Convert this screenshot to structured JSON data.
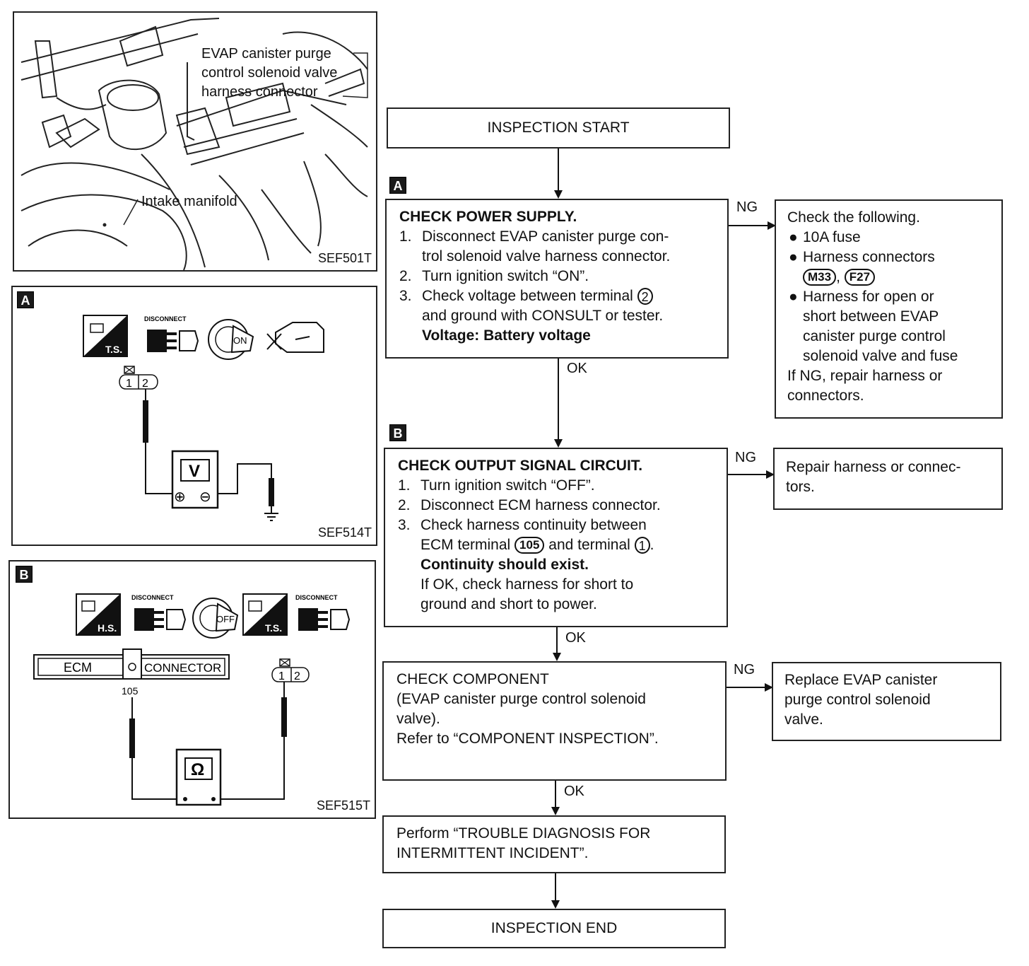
{
  "photo": {
    "label_evap_1": "EVAP canister purge",
    "label_evap_2": "control solenoid valve",
    "label_evap_3": "harness connector",
    "label_intake": "Intake manifold",
    "code": "SEF501T"
  },
  "diagram_a": {
    "tag": "A",
    "icon_ts": "T.S.",
    "icon_disconnect": "DISCONNECT",
    "icon_on": "ON",
    "pin_1": "1",
    "pin_2": "2",
    "meter": "V",
    "plus": "⊕",
    "minus": "⊖",
    "code": "SEF514T"
  },
  "diagram_b": {
    "tag": "B",
    "icon_hs": "H.S.",
    "icon_disconnect_1": "DISCONNECT",
    "icon_off": "OFF",
    "icon_ts": "T.S.",
    "icon_disconnect_2": "DISCONNECT",
    "ecm": "ECM",
    "connector": "CONNECTOR",
    "terminal": "105",
    "pin_1": "1",
    "pin_2": "2",
    "meter": "Ω",
    "code": "SEF515T"
  },
  "flow": {
    "start": "INSPECTION START",
    "tag_a": "A",
    "tag_b": "B",
    "check_power": {
      "title": "CHECK POWER SUPPLY.",
      "n1": "1.",
      "s1a": "Disconnect EVAP canister purge con-",
      "s1b": "trol solenoid valve harness connector.",
      "n2": "2.",
      "s2": "Turn ignition switch “ON”.",
      "n3": "3.",
      "s3a": "Check voltage between terminal",
      "s3_terminal": "2",
      "s3b": "and ground with CONSULT or tester.",
      "spec": "Voltage: Battery voltage"
    },
    "ng_power": {
      "title": "Check the following.",
      "b1": "10A fuse",
      "b2": "Harness connectors",
      "c1": "M33",
      "comma": ",",
      "c2": "F27",
      "b3a": "Harness for open or",
      "b3b": "short between EVAP",
      "b3c": "canister purge control",
      "b3d": "solenoid valve and fuse",
      "tail_a": "If NG, repair harness or",
      "tail_b": "connectors.",
      "bullet": "●"
    },
    "check_output": {
      "title": "CHECK OUTPUT SIGNAL CIRCUIT.",
      "n1": "1.",
      "s1": "Turn ignition switch “OFF”.",
      "n2": "2.",
      "s2": "Disconnect ECM harness connector.",
      "n3": "3.",
      "s3a": "Check harness continuity between",
      "s3b_pre": "ECM terminal",
      "s3_t1": "105",
      "s3b_mid": "and terminal",
      "s3_t2": "1",
      "s3b_end": ".",
      "spec": "Continuity should exist.",
      "s4a": "If OK, check harness for short to",
      "s4b": "ground and short to power."
    },
    "ng_output": {
      "line1": "Repair harness or connec-",
      "line2": "tors."
    },
    "check_component": {
      "line1": "CHECK COMPONENT",
      "line2": "(EVAP canister purge control solenoid",
      "line3": "valve).",
      "line4": "Refer to “COMPONENT INSPECTION”."
    },
    "ng_component": {
      "line1": "Replace EVAP canister",
      "line2": "purge control solenoid",
      "line3": "valve."
    },
    "perform": {
      "line1": "Perform “TROUBLE DIAGNOSIS FOR",
      "line2": "INTERMITTENT INCIDENT”."
    },
    "end": "INSPECTION END",
    "ng": "NG",
    "ok": "OK"
  }
}
